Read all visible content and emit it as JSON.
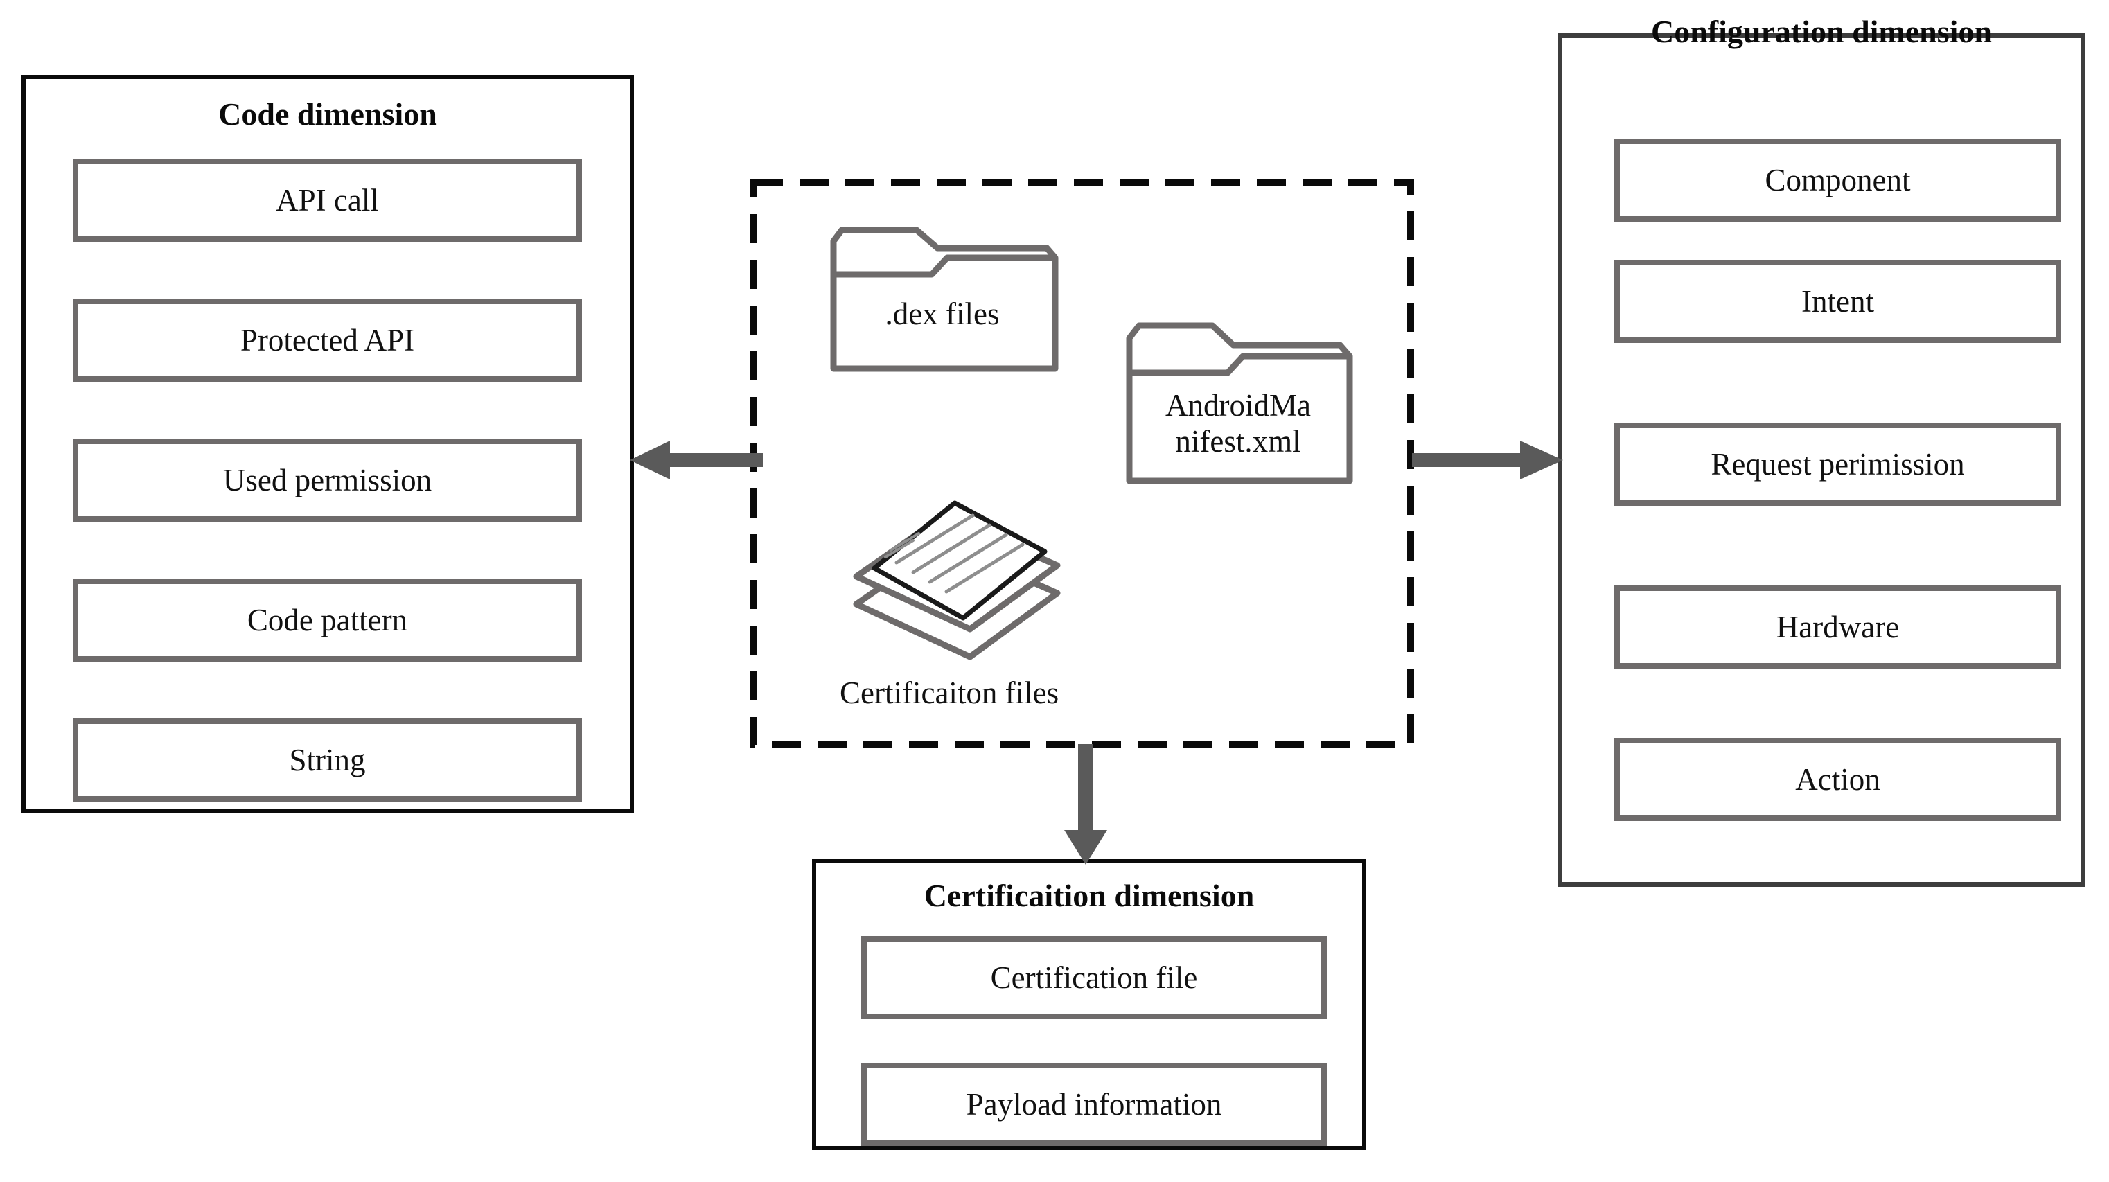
{
  "diagram": {
    "title": "APK analysis feature dimensions",
    "colors": {
      "panel_border_black": "#0a0a0a",
      "panel_border_dark_gray": "#3d3d3d",
      "feature_box_border": "#6e6b6b",
      "icon_stroke": "#6e6b6b",
      "icon_stroke_dark": "#1a1a1a",
      "arrow": "#5a5a5a",
      "text": "#111111",
      "background": "#ffffff"
    },
    "panels": {
      "code": {
        "title": "Code dimension",
        "features": [
          {
            "label": "API call"
          },
          {
            "label": "Protected API"
          },
          {
            "label": "Used permission"
          },
          {
            "label": "Code pattern"
          },
          {
            "label": "String"
          }
        ]
      },
      "configuration": {
        "title": "Configuration dimension",
        "features": [
          {
            "label": "Component"
          },
          {
            "label": "Intent"
          },
          {
            "label": "Request perimission"
          },
          {
            "label": "Hardware"
          },
          {
            "label": "Action"
          }
        ]
      },
      "certification": {
        "title": "Certificaition dimension",
        "features": [
          {
            "label": "Certification file"
          },
          {
            "label": "Payload information"
          }
        ]
      }
    },
    "center": {
      "artifacts": [
        {
          "icon": "folder-icon",
          "label_line1": ".dex files",
          "label_line2": ""
        },
        {
          "icon": "folder-icon",
          "label_line1": "AndroidMa",
          "label_line2": "nifest.xml"
        },
        {
          "icon": "document-stack-icon",
          "label_line1": "",
          "label_line2": ""
        }
      ],
      "caption": "Certificaiton files"
    },
    "arrows": [
      {
        "name": "arrow-to-code-dimension",
        "direction": "left"
      },
      {
        "name": "arrow-to-configuration-dimension",
        "direction": "right"
      },
      {
        "name": "arrow-to-certification-dimension",
        "direction": "down"
      }
    ]
  }
}
